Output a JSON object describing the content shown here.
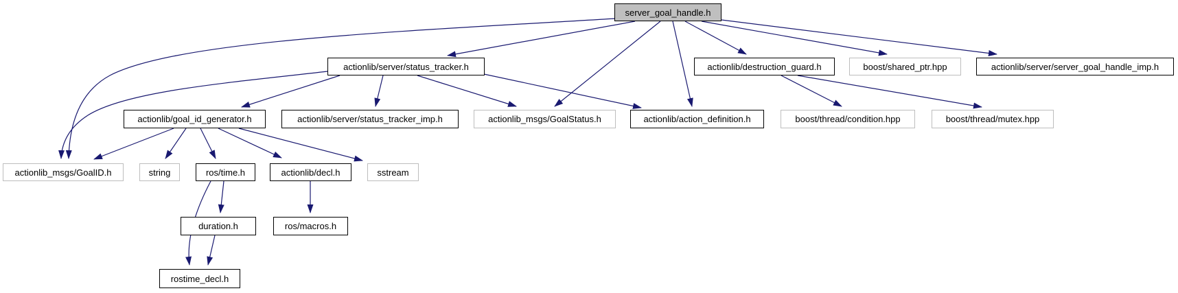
{
  "graph": {
    "type": "include-dependency-graph",
    "colors": {
      "edge": "#191970",
      "root_fill": "#bfbfbf",
      "node_fill": "#ffffff",
      "documented_border": "#000000",
      "external_border": "#bdbdbd",
      "text": "#000000"
    },
    "nodes": [
      {
        "id": "server_goal_handle",
        "label": "server_goal_handle.h",
        "kind": "root"
      },
      {
        "id": "status_tracker",
        "label": "actionlib/server/status_tracker.h",
        "kind": "documented"
      },
      {
        "id": "destruction_guard",
        "label": "actionlib/destruction_guard.h",
        "kind": "documented"
      },
      {
        "id": "shared_ptr",
        "label": "boost/shared_ptr.hpp",
        "kind": "external"
      },
      {
        "id": "server_goal_handle_imp",
        "label": "actionlib/server/server_goal_handle_imp.h",
        "kind": "documented"
      },
      {
        "id": "goal_id_generator",
        "label": "actionlib/goal_id_generator.h",
        "kind": "documented"
      },
      {
        "id": "status_tracker_imp",
        "label": "actionlib/server/status_tracker_imp.h",
        "kind": "documented"
      },
      {
        "id": "goal_status",
        "label": "actionlib_msgs/GoalStatus.h",
        "kind": "external"
      },
      {
        "id": "action_definition",
        "label": "actionlib/action_definition.h",
        "kind": "documented"
      },
      {
        "id": "thread_condition",
        "label": "boost/thread/condition.hpp",
        "kind": "external"
      },
      {
        "id": "thread_mutex",
        "label": "boost/thread/mutex.hpp",
        "kind": "external"
      },
      {
        "id": "goal_id",
        "label": "actionlib_msgs/GoalID.h",
        "kind": "external"
      },
      {
        "id": "string",
        "label": "string",
        "kind": "external"
      },
      {
        "id": "ros_time",
        "label": "ros/time.h",
        "kind": "documented"
      },
      {
        "id": "decl",
        "label": "actionlib/decl.h",
        "kind": "documented"
      },
      {
        "id": "sstream",
        "label": "sstream",
        "kind": "external"
      },
      {
        "id": "duration",
        "label": "duration.h",
        "kind": "documented"
      },
      {
        "id": "ros_macros",
        "label": "ros/macros.h",
        "kind": "documented"
      },
      {
        "id": "rostime_decl",
        "label": "rostime_decl.h",
        "kind": "documented"
      }
    ],
    "edges": [
      {
        "from": "server_goal_handle",
        "to": "status_tracker"
      },
      {
        "from": "server_goal_handle",
        "to": "goal_id"
      },
      {
        "from": "server_goal_handle",
        "to": "goal_status"
      },
      {
        "from": "server_goal_handle",
        "to": "action_definition"
      },
      {
        "from": "server_goal_handle",
        "to": "destruction_guard"
      },
      {
        "from": "server_goal_handle",
        "to": "shared_ptr"
      },
      {
        "from": "server_goal_handle",
        "to": "server_goal_handle_imp"
      },
      {
        "from": "status_tracker",
        "to": "goal_id_generator"
      },
      {
        "from": "status_tracker",
        "to": "status_tracker_imp"
      },
      {
        "from": "status_tracker",
        "to": "goal_status"
      },
      {
        "from": "status_tracker",
        "to": "action_definition"
      },
      {
        "from": "status_tracker",
        "to": "goal_id"
      },
      {
        "from": "goal_id_generator",
        "to": "goal_id"
      },
      {
        "from": "goal_id_generator",
        "to": "string"
      },
      {
        "from": "goal_id_generator",
        "to": "ros_time"
      },
      {
        "from": "goal_id_generator",
        "to": "decl"
      },
      {
        "from": "goal_id_generator",
        "to": "sstream"
      },
      {
        "from": "ros_time",
        "to": "duration"
      },
      {
        "from": "ros_time",
        "to": "rostime_decl"
      },
      {
        "from": "duration",
        "to": "rostime_decl"
      },
      {
        "from": "decl",
        "to": "ros_macros"
      },
      {
        "from": "destruction_guard",
        "to": "thread_condition"
      },
      {
        "from": "destruction_guard",
        "to": "thread_mutex"
      }
    ]
  }
}
